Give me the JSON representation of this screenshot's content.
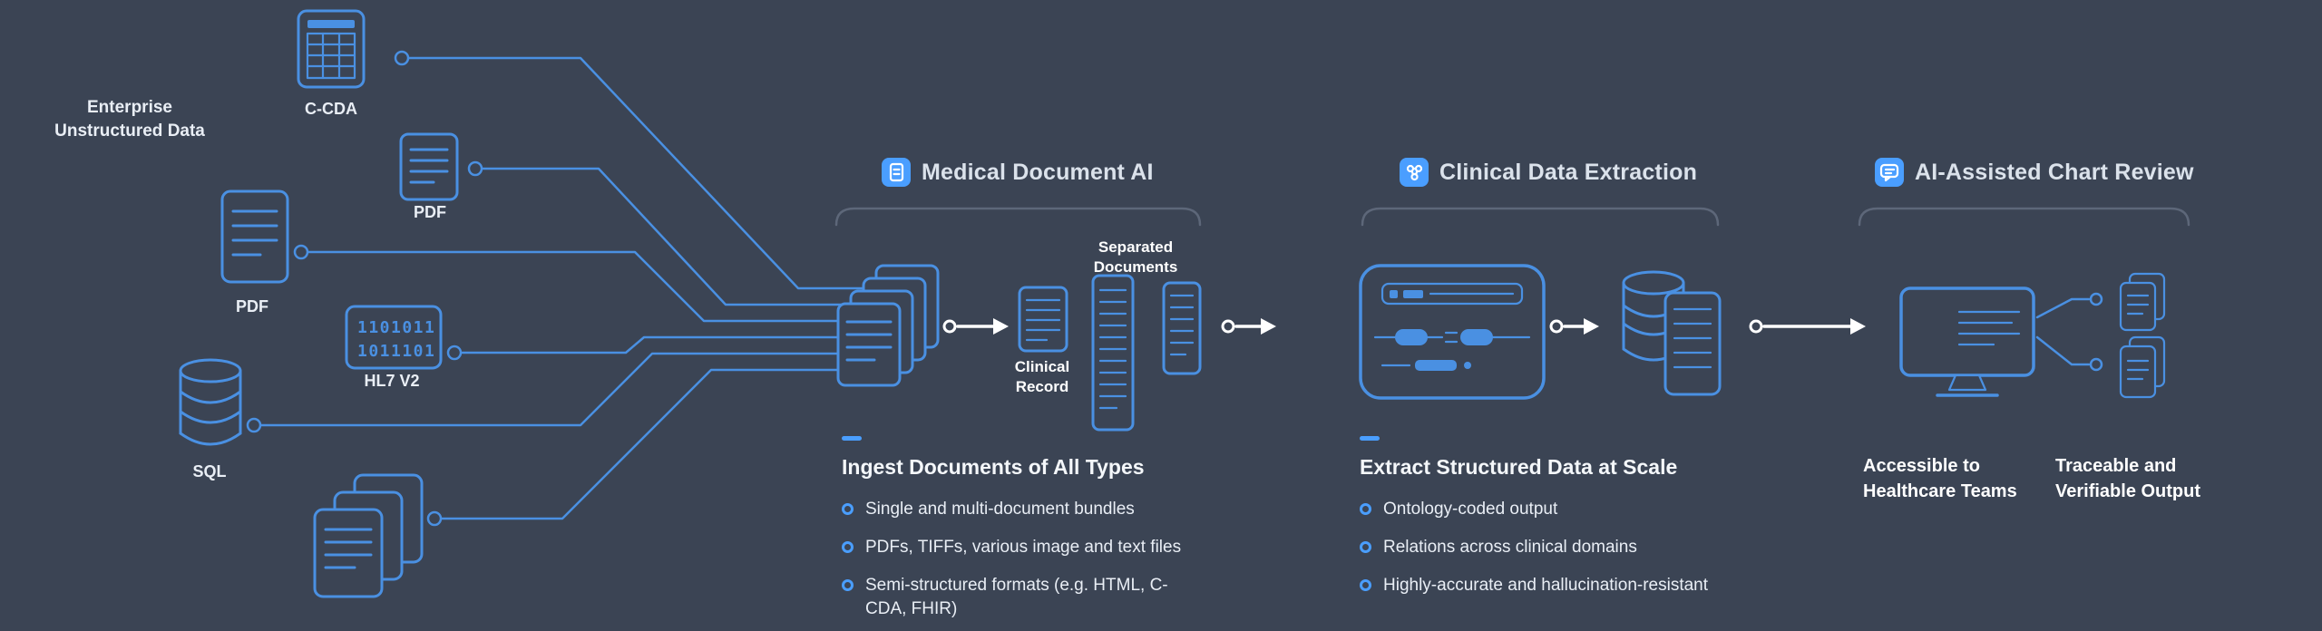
{
  "colors": {
    "bg": "#3b4454",
    "accent": "#4a9eff",
    "icon": "#4a90e2",
    "arrow": "#ffffff",
    "bracket": "#5d6779",
    "text": "#e9eef5",
    "title": "#dbe2eb"
  },
  "left_group": {
    "label": "Enterprise Unstructured Data",
    "ccda_label": "C-CDA",
    "pdf_top_label": "PDF",
    "pdf_left_label": "PDF",
    "hl7_label": "HL7 V2",
    "hl7_binary_top": "1101011",
    "hl7_binary_bottom": "1011101",
    "sql_label": "SQL"
  },
  "flow": {
    "clinical_record_label": "Clinical Record",
    "separated_documents_label": "Separated Documents"
  },
  "stages": [
    {
      "title": "Medical Document AI",
      "heading": "Ingest Documents of All Types",
      "bullets": [
        "Single and multi-document bundles",
        "PDFs, TIFFs, various image and text files",
        "Semi-structured formats (e.g. HTML, C-CDA, FHIR)"
      ]
    },
    {
      "title": "Clinical Data Extraction",
      "heading": "Extract Structured Data at Scale",
      "bullets": [
        "Ontology-coded output",
        "Relations across clinical domains",
        "Highly-accurate and hallucination-resistant"
      ]
    },
    {
      "title": "AI-Assisted Chart Review",
      "captions": [
        "Accessible to Healthcare Teams",
        "Traceable and Verifiable Output"
      ]
    }
  ]
}
